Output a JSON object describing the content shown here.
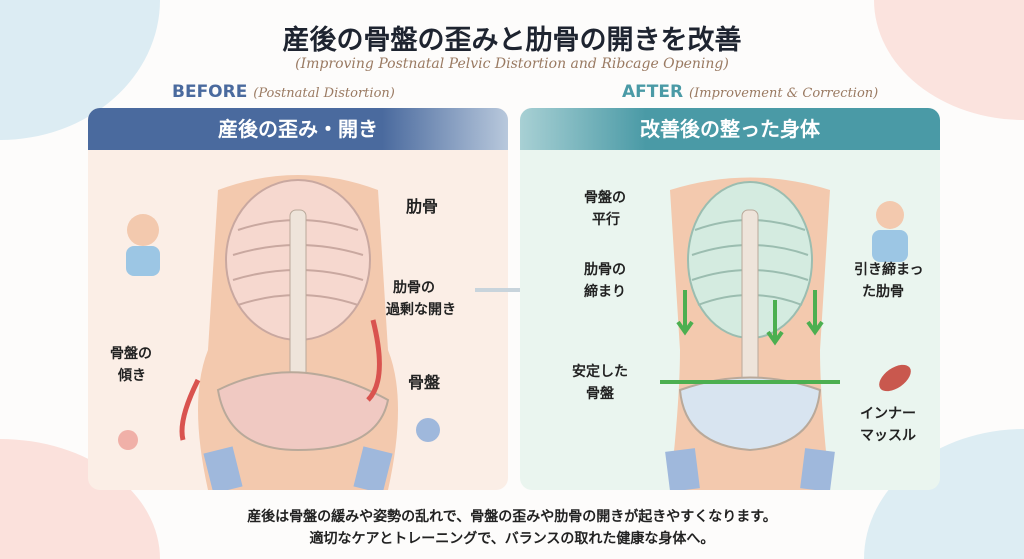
{
  "title": "産後の骨盤の歪みと肋骨の開きを改善",
  "subtitle": "(Improving Postnatal Pelvic Distortion and Ribcage Opening)",
  "before": {
    "tag": "BEFORE",
    "tag_note": "(Postnatal Distortion)",
    "header": "産後の歪み・開き",
    "labels": {
      "ribs": "肋骨",
      "rib_open_1": "肋骨の",
      "rib_open_2": "過剰な開き",
      "tilt_1": "骨盤の",
      "tilt_2": "傾き",
      "pelvis": "骨盤"
    }
  },
  "after": {
    "tag": "AFTER",
    "tag_note": "(Improvement & Correction)",
    "header": "改善後の整った身体",
    "labels": {
      "parallel_1": "骨盤の",
      "parallel_2": "平行",
      "tight_1": "肋骨の",
      "tight_2": "締まり",
      "toned_1": "引き締まっ",
      "toned_2": "た肋骨",
      "stable_1": "安定した",
      "stable_2": "骨盤",
      "inner_1": "インナー",
      "inner_2": "マッスル"
    }
  },
  "description": {
    "line1": "産後は骨盤の緩みや姿勢の乱れで、骨盤の歪みや肋骨の開きが起きやすくなります。",
    "line2": "適切なケアとトレーニングで、バランスの取れた健康な身体へ。"
  },
  "colors": {
    "before_header": "#4a6a9e",
    "after_header": "#4a9aa6",
    "arrow_red": "#d9534f",
    "arrow_green": "#4caf50"
  }
}
